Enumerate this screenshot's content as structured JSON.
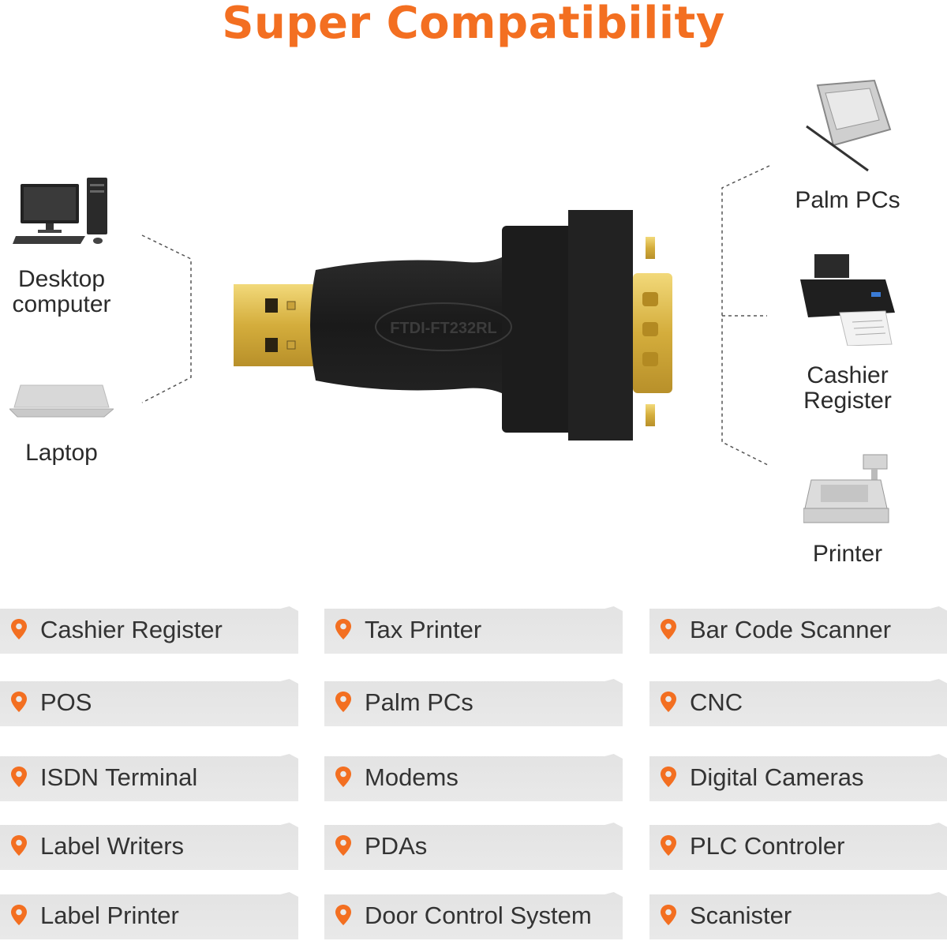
{
  "title": "Super Compatibility",
  "colors": {
    "accent": "#f36f21",
    "tile": "#e5e5e5",
    "text": "#333333",
    "adapter_body": "#1e1e1e",
    "gold": "#d9b84a"
  },
  "left_devices": [
    {
      "icon": "desktop-computer-icon",
      "label_line1": "Desktop",
      "label_line2": "computer"
    },
    {
      "icon": "laptop-icon",
      "label_line1": "Laptop"
    }
  ],
  "adapter": {
    "icon": "usb-to-serial-adapter-icon",
    "marking": "FTDI-FT232RL"
  },
  "right_devices": [
    {
      "icon": "palm-pc-icon",
      "label_line1": "Palm PCs"
    },
    {
      "icon": "printer-icon",
      "label_line1": "Cashier",
      "label_line2": "Register"
    },
    {
      "icon": "cash-register-icon",
      "label_line1": "Printer"
    }
  ],
  "tiles": [
    {
      "label": "Cashier Register",
      "icon": "location-pin-icon"
    },
    {
      "label": "Tax Printer",
      "icon": "location-pin-icon"
    },
    {
      "label": "Bar Code Scanner",
      "icon": "location-pin-icon"
    },
    {
      "label": "POS",
      "icon": "location-pin-icon"
    },
    {
      "label": "Palm PCs",
      "icon": "location-pin-icon"
    },
    {
      "label": "CNC",
      "icon": "location-pin-icon"
    },
    {
      "label": "ISDN Terminal",
      "icon": "location-pin-icon"
    },
    {
      "label": "Modems",
      "icon": "location-pin-icon"
    },
    {
      "label": "Digital Cameras",
      "icon": "location-pin-icon"
    },
    {
      "label": "Label Writers",
      "icon": "location-pin-icon"
    },
    {
      "label": "PDAs",
      "icon": "location-pin-icon"
    },
    {
      "label": "PLC Controler",
      "icon": "location-pin-icon"
    },
    {
      "label": "Label Printer",
      "icon": "location-pin-icon"
    },
    {
      "label": "Door Control System",
      "icon": "location-pin-icon"
    },
    {
      "label": "Scanister",
      "icon": "location-pin-icon"
    }
  ]
}
